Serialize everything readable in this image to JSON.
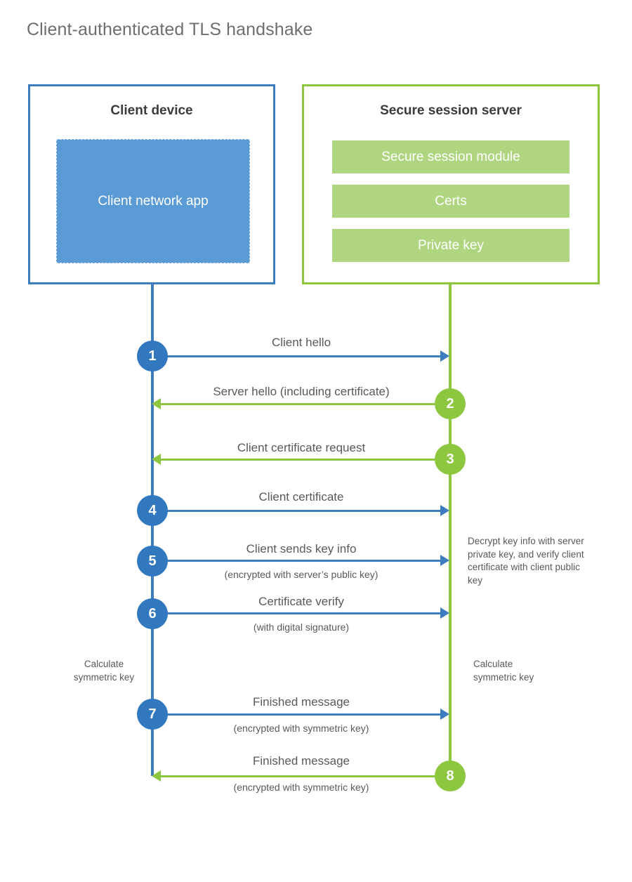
{
  "title": "Client-authenticated TLS handshake",
  "parties": {
    "client": {
      "title": "Client device",
      "app_label": "Client network app",
      "border_color": "#3d7cbf",
      "app_fill": "#5b9bd5"
    },
    "server": {
      "title": "Secure session server",
      "border_color": "#8dc63f",
      "bar_fill": "#afd580",
      "components": [
        {
          "label": "Secure session module"
        },
        {
          "label": "Certs"
        },
        {
          "label": "Private key"
        }
      ]
    }
  },
  "steps": [
    {
      "number": "1",
      "label": "Client hello",
      "sublabel": "",
      "direction": "client-to-server",
      "color": "#3178be"
    },
    {
      "number": "2",
      "label": "Server hello (including certificate)",
      "sublabel": "",
      "direction": "server-to-client",
      "color": "#8dc63f"
    },
    {
      "number": "3",
      "label": "Client certificate request",
      "sublabel": "",
      "direction": "server-to-client",
      "color": "#8dc63f"
    },
    {
      "number": "4",
      "label": "Client certificate",
      "sublabel": "",
      "direction": "client-to-server",
      "color": "#3178be"
    },
    {
      "number": "5",
      "label": "Client sends key info",
      "sublabel": "(encrypted with server’s public key)",
      "direction": "client-to-server",
      "color": "#3178be"
    },
    {
      "number": "6",
      "label": "Certificate verify",
      "sublabel": "(with digital signature)",
      "direction": "client-to-server",
      "color": "#3178be"
    },
    {
      "number": "7",
      "label": "Finished message",
      "sublabel": "(encrypted with symmetric key)",
      "direction": "client-to-server",
      "color": "#3178be"
    },
    {
      "number": "8",
      "label": "Finished message",
      "sublabel": "(encrypted with symmetric key)",
      "direction": "server-to-client",
      "color": "#8dc63f"
    }
  ],
  "notes": {
    "server_decrypt": "Decrypt key info with server private key, and verify client certificate with client public key",
    "client_symmetric_key": "Calculate symmetric key",
    "server_symmetric_key": "Calculate symmetric key"
  }
}
